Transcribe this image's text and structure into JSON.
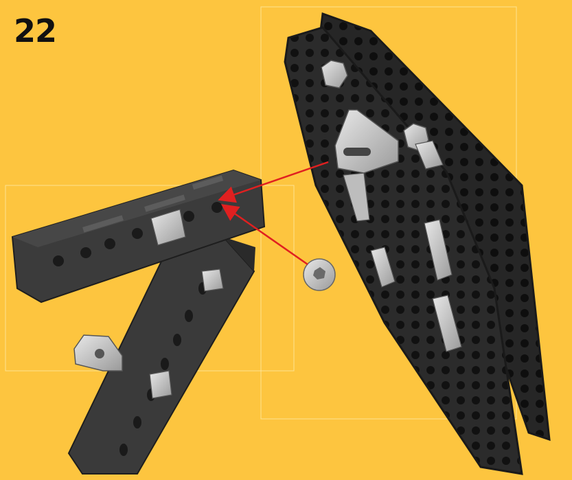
{
  "step": {
    "number": "22"
  },
  "colors": {
    "background": "#FDC53F",
    "plate": "#2b2b2b",
    "plate_holes": "#111111",
    "beam": "#3a3a3a",
    "metal": "#c9c9c9",
    "arrow": "#e02020"
  },
  "parts": [
    {
      "name": "hex-plate-front"
    },
    {
      "name": "hex-plate-back"
    },
    {
      "name": "angle-bracket-on-plate"
    },
    {
      "name": "upper-beam"
    },
    {
      "name": "lower-beam"
    },
    {
      "name": "angle-bracket-on-beam"
    },
    {
      "name": "socket-head-screw"
    },
    {
      "name": "hex-nut"
    },
    {
      "name": "square-nut"
    }
  ]
}
